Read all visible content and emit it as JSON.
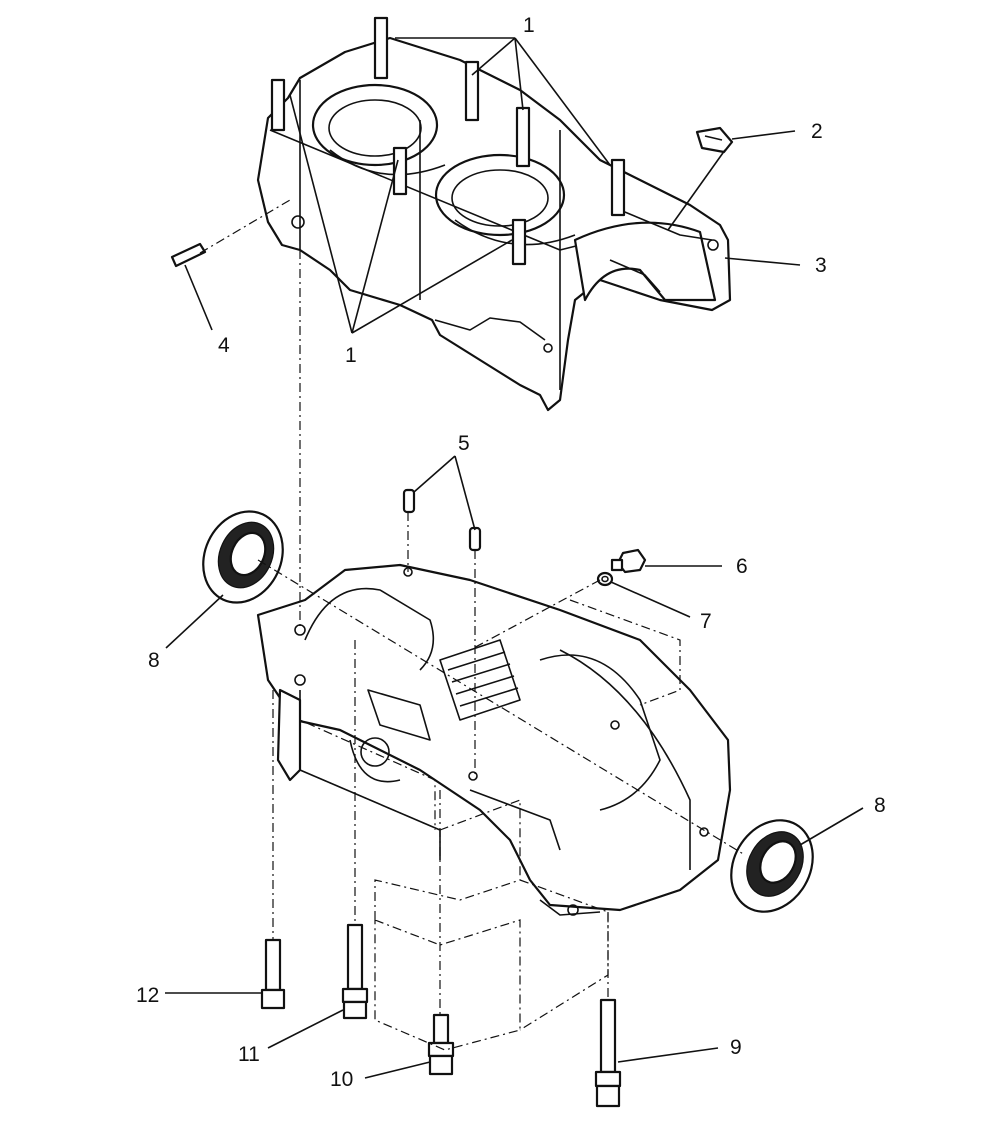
{
  "callouts": [
    {
      "id": "c1-top",
      "text": "1"
    },
    {
      "id": "c1-bottom",
      "text": "1"
    },
    {
      "id": "c2",
      "text": "2"
    },
    {
      "id": "c3",
      "text": "3"
    },
    {
      "id": "c4",
      "text": "4"
    },
    {
      "id": "c5",
      "text": "5"
    },
    {
      "id": "c6",
      "text": "6"
    },
    {
      "id": "c7",
      "text": "7"
    },
    {
      "id": "c8-left",
      "text": "8"
    },
    {
      "id": "c8-right",
      "text": "8"
    },
    {
      "id": "c9",
      "text": "9"
    },
    {
      "id": "c10",
      "text": "10"
    },
    {
      "id": "c11",
      "text": "11"
    },
    {
      "id": "c12",
      "text": "12"
    }
  ],
  "colors": {
    "line": "#111111",
    "background": "#ffffff"
  }
}
